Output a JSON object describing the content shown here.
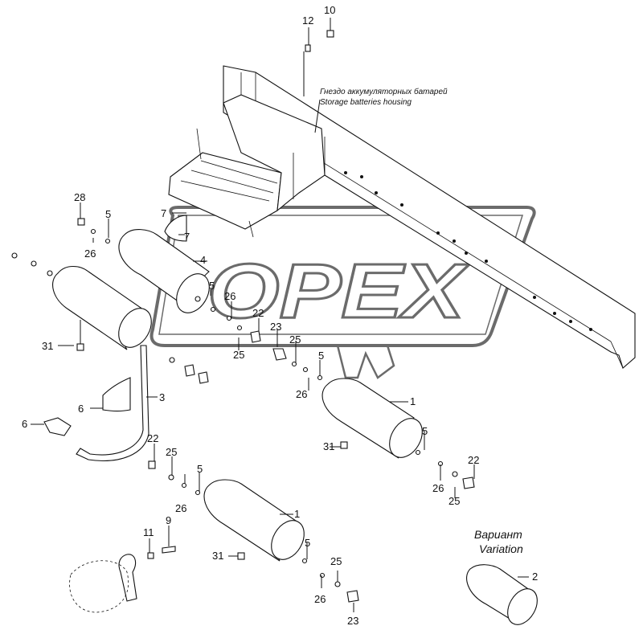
{
  "watermark": "OPEX",
  "note": {
    "ru": "Гнездо аккумуляторных батарей",
    "en": "Storage batteries housing"
  },
  "variation": {
    "ru": "Вариант",
    "en": "Variation"
  },
  "labels": {
    "p10": "10",
    "p12": "12",
    "p28": "28",
    "p5a": "5",
    "p26a": "26",
    "p7a": "7",
    "p7b": "7",
    "p4": "4",
    "p5b": "5",
    "p26b": "26",
    "p22a": "22",
    "p23a": "23",
    "p25a": "25",
    "p25b": "25",
    "p5c": "5",
    "p26c": "26",
    "p31a": "31",
    "p3": "3",
    "p6a": "6",
    "p6b": "6",
    "p1a": "1",
    "p31b": "31",
    "p5d": "5",
    "p22b": "22",
    "p25c": "25",
    "p5e": "5",
    "p26d": "26",
    "p22c": "22",
    "p26e": "26",
    "p25d": "25",
    "p9": "9",
    "p11": "11",
    "p1b": "1",
    "p31c": "31",
    "p5f": "5",
    "p25e": "25",
    "p26f": "26",
    "p23b": "23",
    "p2": "2"
  }
}
